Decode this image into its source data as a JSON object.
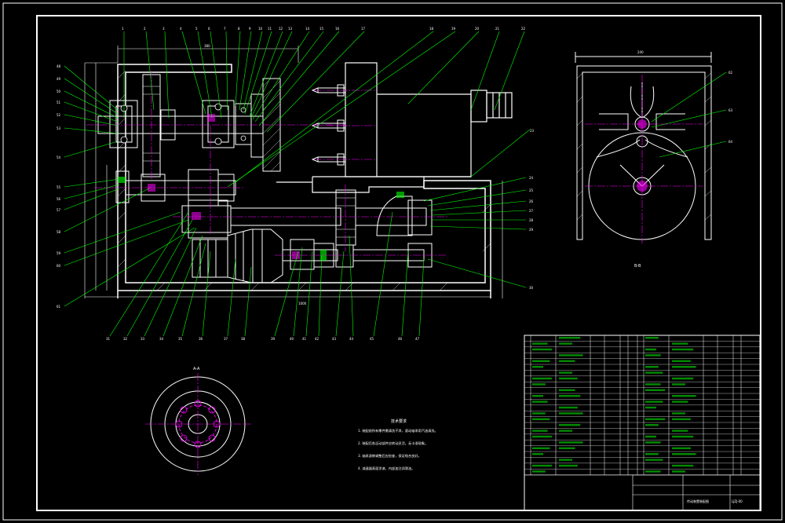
{
  "drawing": {
    "colors": {
      "background": "#000000",
      "border": "#ffffff",
      "outline": "#ffffff",
      "leader": "#00ff00",
      "centerline": "#ff00ff",
      "section_hatch": "#ffffff"
    },
    "main_view_dims": {
      "top_width": "380",
      "bottom_width": "1000"
    },
    "view_a_label": "A-A",
    "section_view_label": "B-B",
    "notes_title": "技术要求",
    "notes": [
      "1. 装配前所有零件需清洗干净，滚动轴承用汽油清洗。",
      "2. 装配后各运动部件应转动灵活，无卡滞现象。",
      "3. 轴承游隙调整后应检查，保证啮合良好。",
      "4. 减速器表面涂漆，内部加注润滑油。"
    ],
    "title_block": {
      "drawing_name": "传动装置装配图",
      "drawing_number": "LJZJ-00"
    }
  }
}
